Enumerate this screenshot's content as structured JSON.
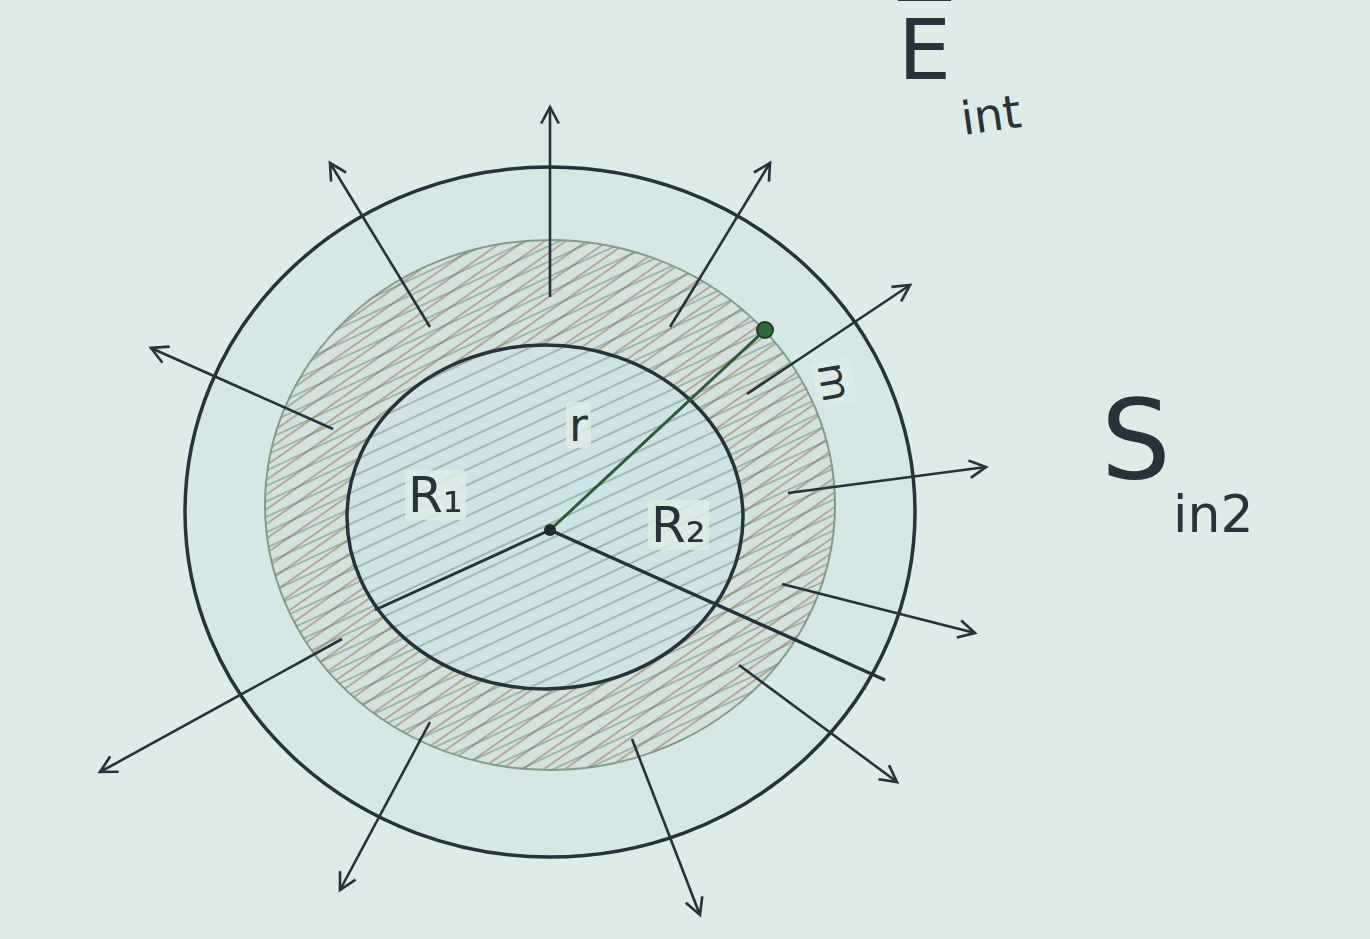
{
  "diagram": {
    "labels": [
      "E",
      "int",
      "S",
      "in2",
      "R₁",
      "r",
      "R₂",
      "m"
    ]
  }
}
